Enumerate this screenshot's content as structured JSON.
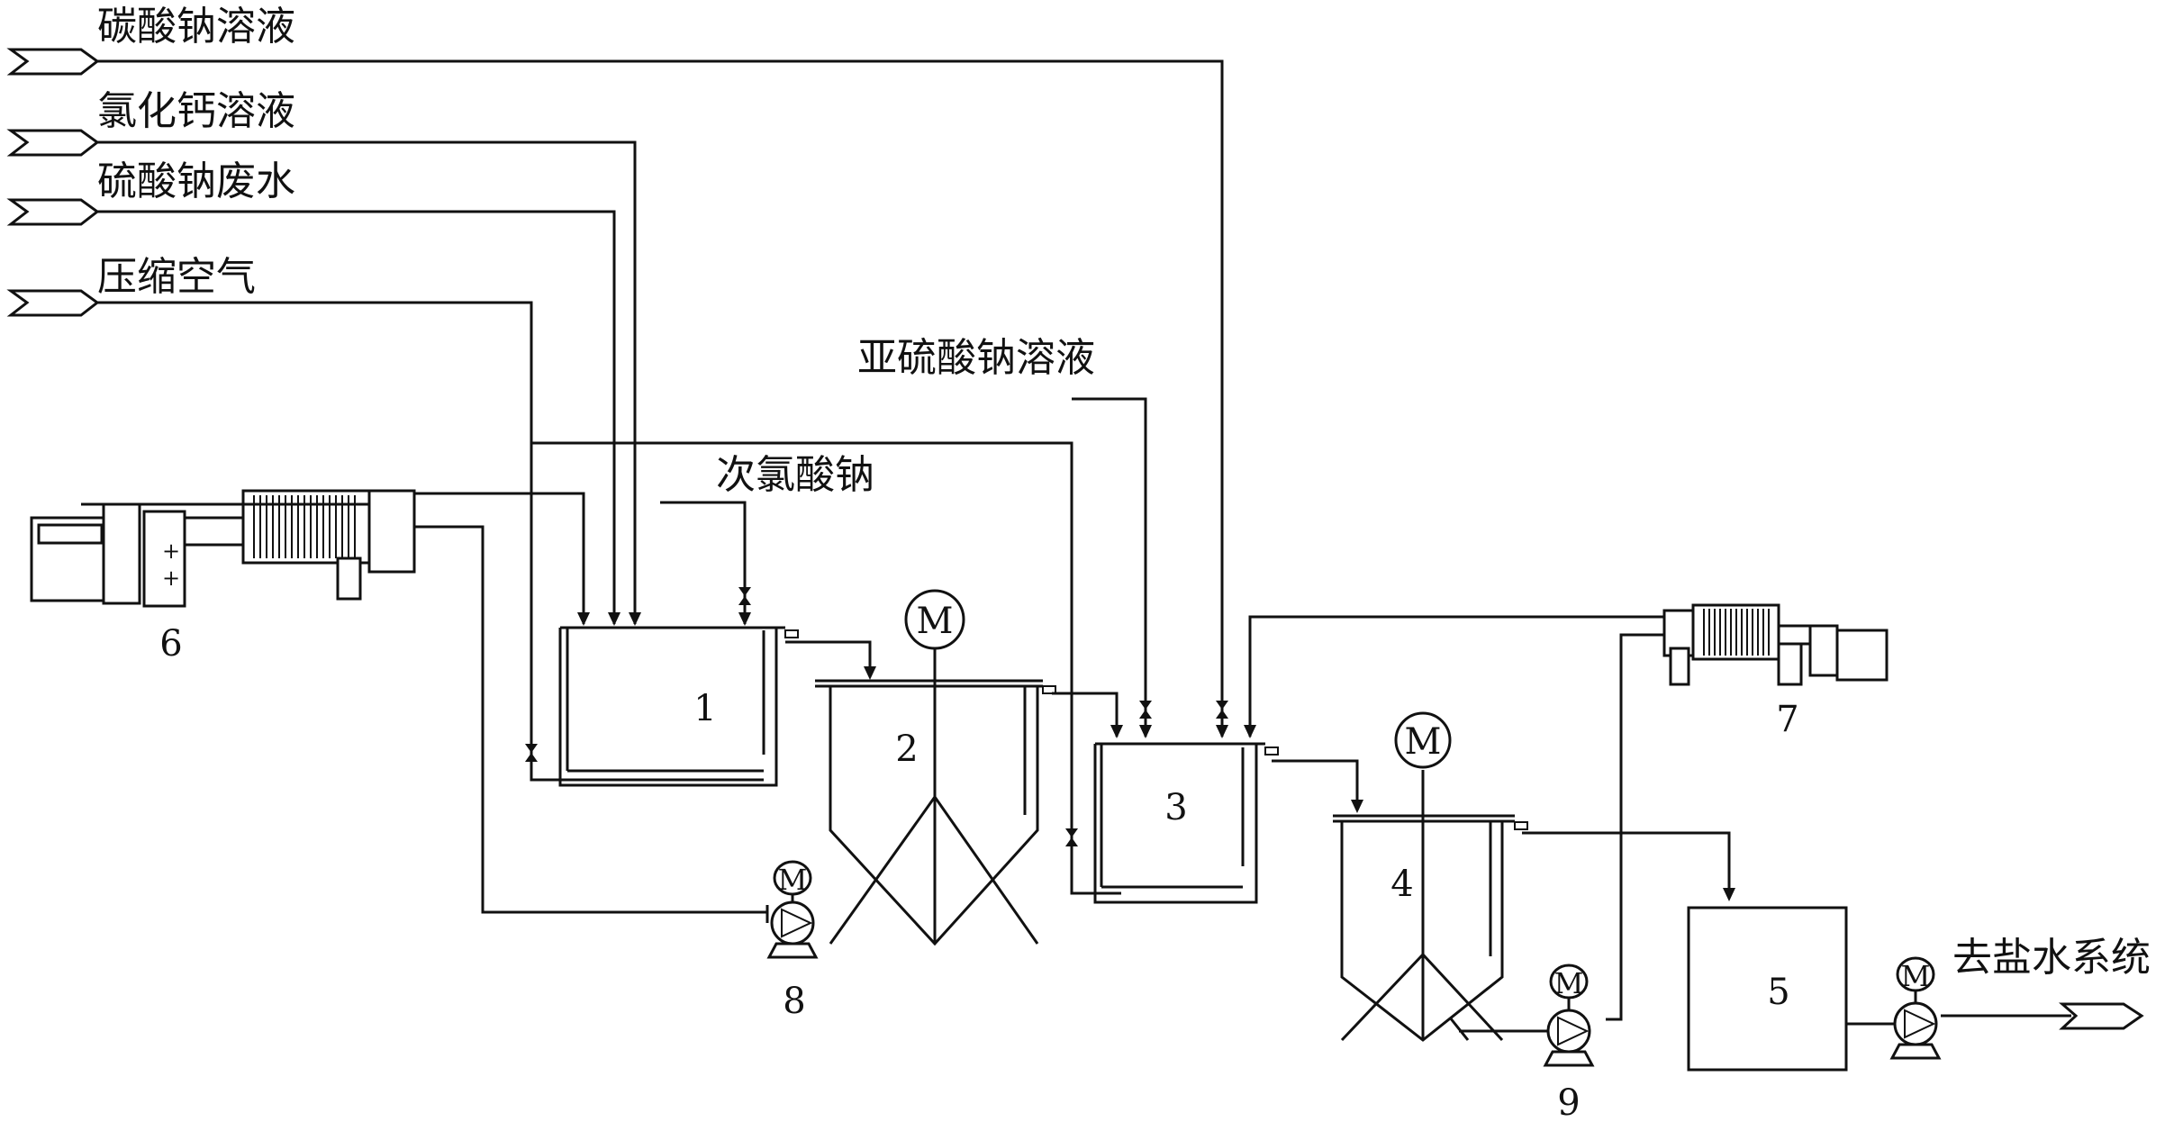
{
  "inputs": {
    "sodium_carbonate": "碳酸钠溶液",
    "calcium_chloride": "氯化钙溶液",
    "sodium_sulfate_wastewater": "硫酸钠废水",
    "compressed_air": "压缩空气"
  },
  "reagents": {
    "sodium_sulfite": "亚硫酸钠溶液",
    "sodium_hypochlorite": "次氯酸钠"
  },
  "outputs": {
    "desalination": "去盐水系统"
  },
  "equipment_numbers": {
    "tank1": "1",
    "reactor2": "2",
    "tank3": "3",
    "reactor4": "4",
    "tank5": "5",
    "filter_press6": "6",
    "filter_press7": "7",
    "pump8": "8",
    "pump9": "9"
  },
  "motor_symbol": "M",
  "colors": {
    "line": "#111111",
    "background": "#ffffff"
  }
}
